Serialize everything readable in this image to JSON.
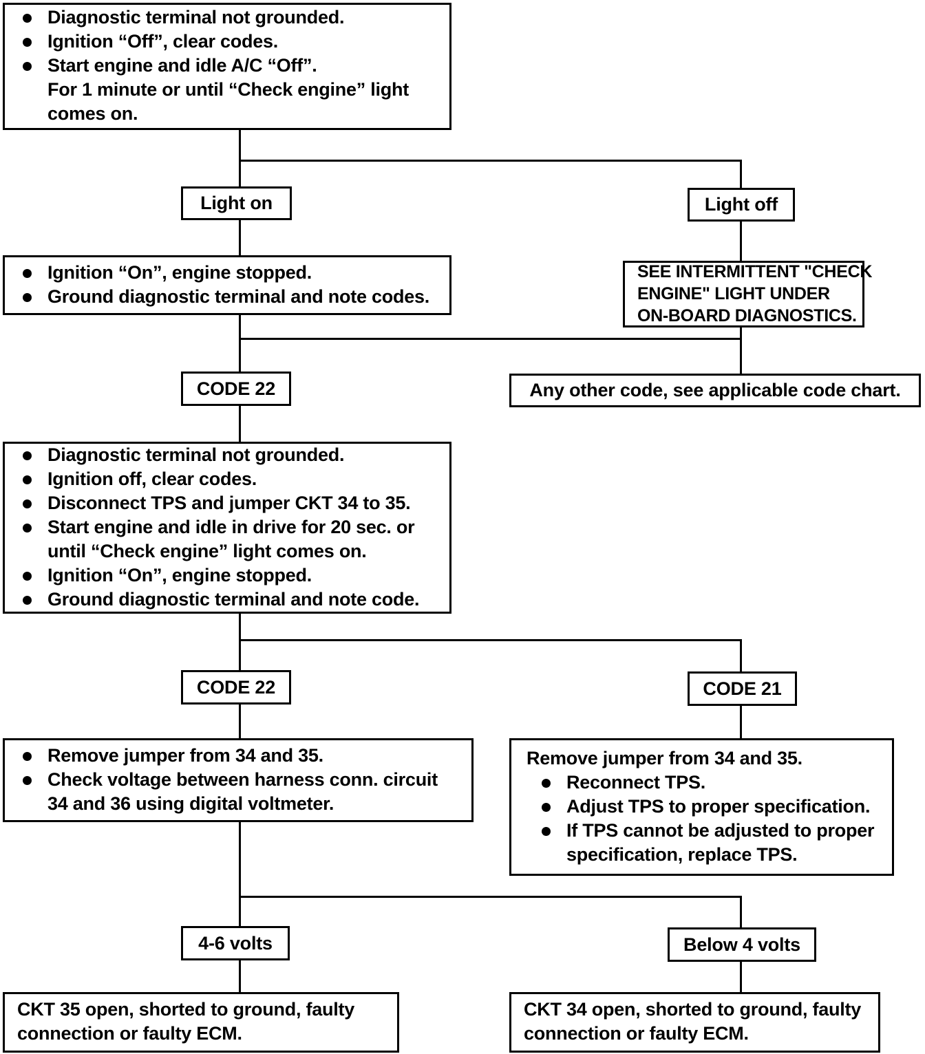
{
  "diagram": {
    "title": "Code 22 Diagnostic Flow Chart",
    "line_color": "#000000",
    "background_color": "#ffffff"
  },
  "nodes": {
    "step1": {
      "name": "initial-test-box",
      "bullets": [
        {
          "text": "Diagnostic terminal not grounded.",
          "cont": []
        },
        {
          "text": "Ignition “Off”, clear codes.",
          "cont": []
        },
        {
          "text": "Start engine and idle A/C “Off”.",
          "cont": [
            "For 1 minute or until “Check engine” light",
            "comes on."
          ]
        }
      ]
    },
    "light_on": {
      "label": "Light on"
    },
    "light_off": {
      "label": "Light off"
    },
    "step2": {
      "name": "read-codes-box",
      "bullets": [
        {
          "text": "Ignition “On”, engine stopped.",
          "cont": []
        },
        {
          "text": "Ground diagnostic terminal and note codes.",
          "cont": []
        }
      ]
    },
    "intermittent_note": {
      "lines": [
        "SEE INTERMITTENT \"CHECK",
        "ENGINE\" LIGHT UNDER",
        "ON-BOARD DIAGNOSTICS."
      ]
    },
    "code22_a": {
      "label": "CODE 22"
    },
    "other_code": {
      "label": "Any other code, see applicable code chart."
    },
    "step3": {
      "name": "tps-jumper-test-box",
      "bullets": [
        {
          "text": "Diagnostic terminal not grounded.",
          "cont": []
        },
        {
          "text": "Ignition off, clear codes.",
          "cont": []
        },
        {
          "text": "Disconnect TPS and jumper CKT 34 to 35.",
          "cont": []
        },
        {
          "text": "Start engine and idle in drive for 20 sec. or",
          "cont": [
            "until “Check engine” light comes on."
          ]
        },
        {
          "text": "Ignition “On”, engine stopped.",
          "cont": []
        },
        {
          "text": "Ground diagnostic terminal and note code.",
          "cont": []
        }
      ]
    },
    "code22_b": {
      "label": "CODE 22"
    },
    "code21": {
      "label": "CODE 21"
    },
    "step4_left": {
      "name": "voltage-check-box",
      "bullets": [
        {
          "text": "Remove jumper from 34 and 35.",
          "cont": []
        },
        {
          "text": "Check voltage between harness conn. circuit",
          "cont": [
            "34 and 36 using digital voltmeter."
          ]
        }
      ]
    },
    "step4_right": {
      "name": "tps-adjust-box",
      "lead": "Remove jumper from 34 and 35.",
      "bullets": [
        {
          "text": "Reconnect TPS.",
          "cont": []
        },
        {
          "text": "Adjust TPS to proper specification.",
          "cont": []
        },
        {
          "text": "If TPS cannot be adjusted to proper",
          "cont": [
            "specification, replace TPS."
          ]
        }
      ]
    },
    "volts_4_6": {
      "label": "4-6 volts"
    },
    "volts_below_4": {
      "label": "Below 4 volts"
    },
    "result_left": {
      "lines": [
        "CKT 35 open, shorted to ground, faulty",
        "connection or faulty ECM."
      ]
    },
    "result_right": {
      "lines": [
        "CKT 34 open, shorted to ground, faulty",
        "connection or faulty ECM."
      ]
    }
  }
}
